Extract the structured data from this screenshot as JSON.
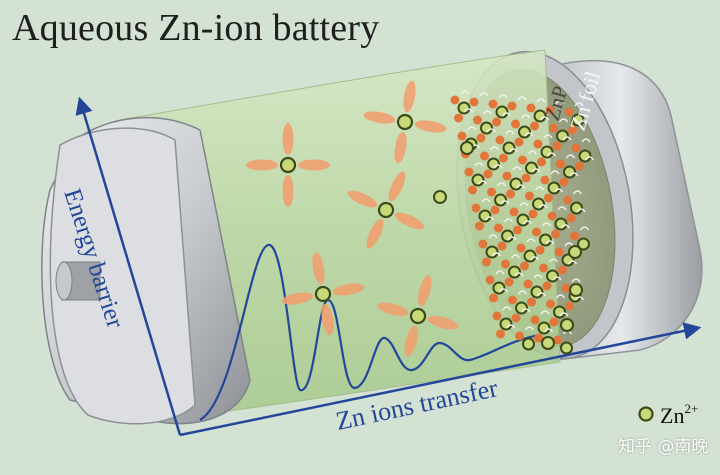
{
  "title": "Aqueous Zn-ion battery",
  "labels": {
    "zn_foil": "Zn foil",
    "znp": "ZnP",
    "energy_barrier": "Energy barrier",
    "zn_ions_transfer": "Zn ions transfer"
  },
  "legend": {
    "ion_symbol": "Zn",
    "ion_charge": "2+"
  },
  "watermark": "知乎 @南晚",
  "colors": {
    "background": "#d3e2d3",
    "electrolyte": "#bfd9a8",
    "ion_fill": "#c8d97a",
    "ion_stroke": "#3d4a16",
    "solvent_lobe": "#f0a070",
    "particle": "#e2753a",
    "axis_blue": "#23469a",
    "metal_gray": "#c4c7cb"
  }
}
